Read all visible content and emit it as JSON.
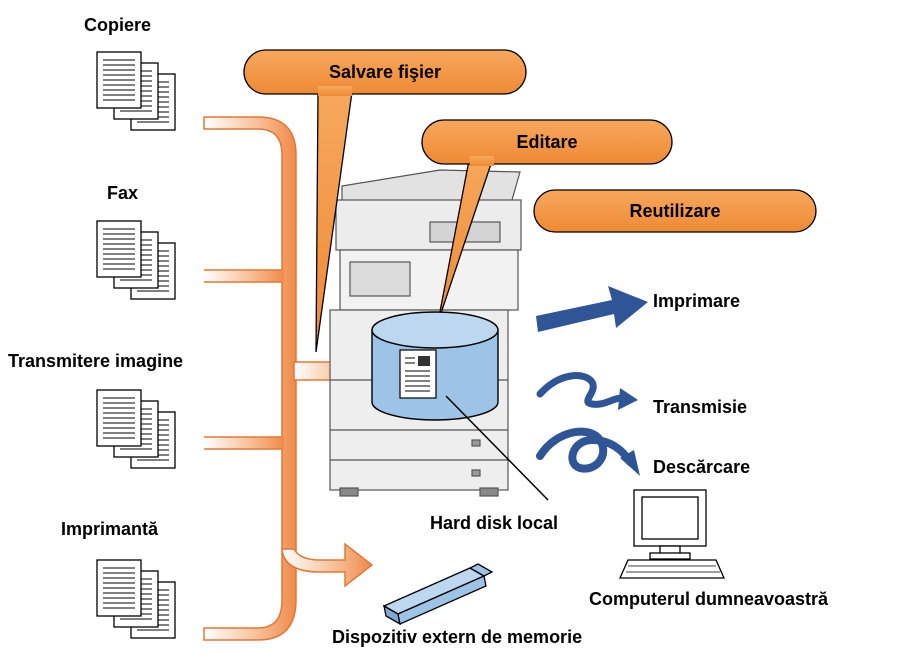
{
  "sources": {
    "copy": "Copiere",
    "fax": "Fax",
    "image_send": "Transmitere imagine",
    "printer": "Imprimantă"
  },
  "callouts": {
    "save": "Salvare fişier",
    "edit": "Editare",
    "reuse": "Reutilizare"
  },
  "outputs": {
    "print": "Imprimare",
    "send": "Transmisie",
    "download": "Descărcare"
  },
  "labels": {
    "hdd": "Hard disk local",
    "usb": "Dispozitiv extern de memorie",
    "computer": "Computerul dumneavoastră"
  },
  "colors": {
    "pill_fill": "#f29646",
    "cylinder_fill": "#9dc3e6",
    "arrow_blue": "#2f5597",
    "flow_orange": "#f5a36a"
  }
}
